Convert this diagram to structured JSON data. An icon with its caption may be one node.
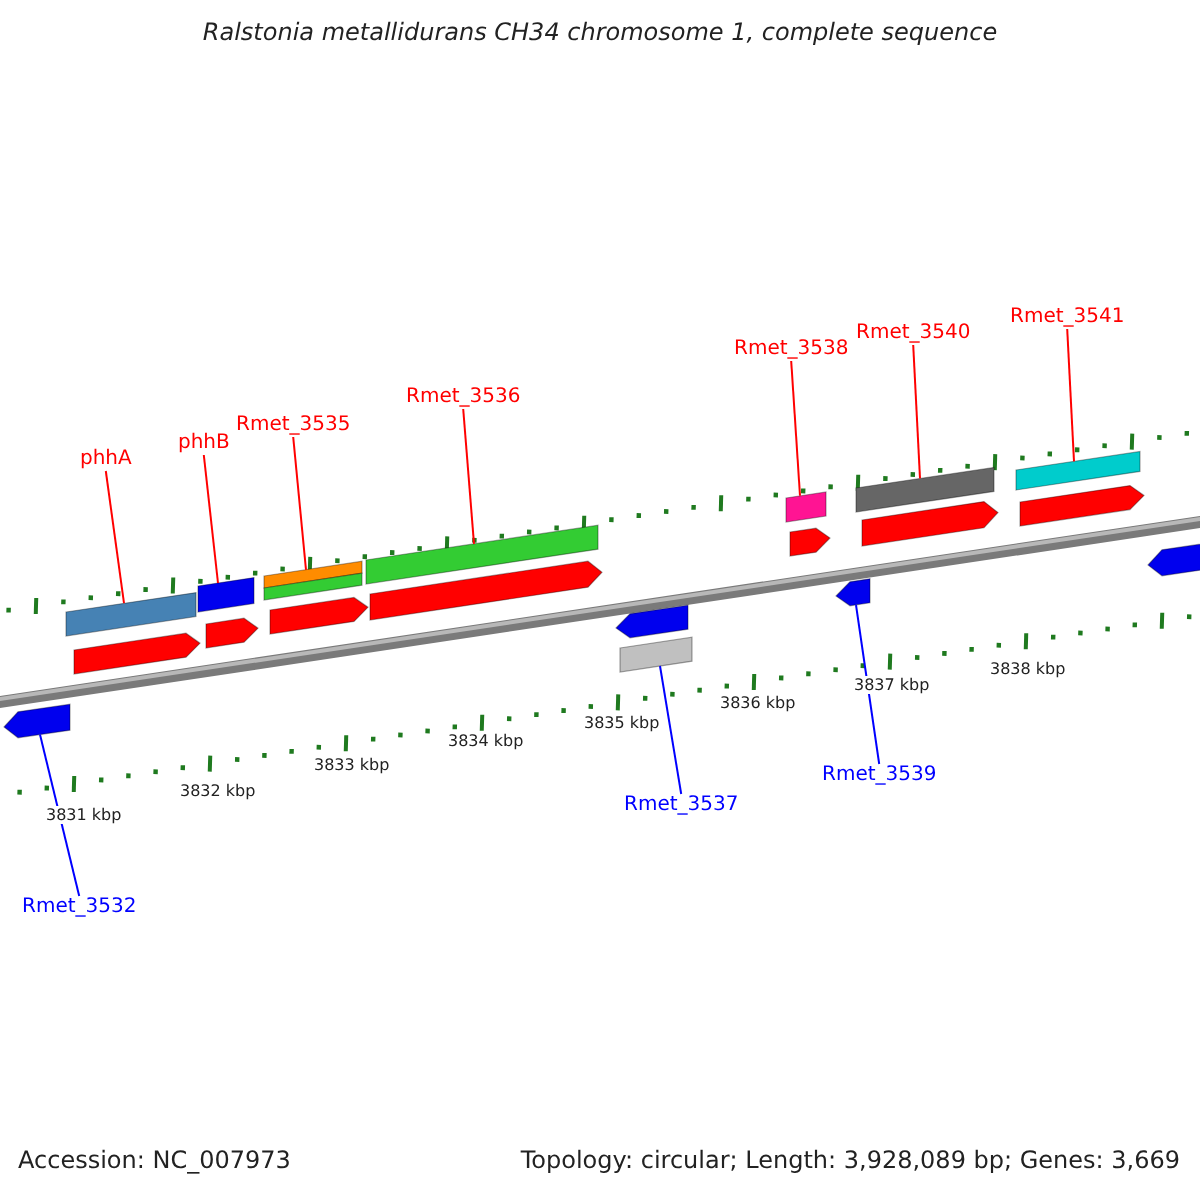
{
  "diagram": {
    "title": "Ralstonia metallidurans CH34 chromosome 1, complete sequence",
    "nodes": [
      {
        "text": [
          "phhA"
        ]
      },
      {
        "text": [],
        "shape": "bar"
      },
      {
        "text": [
          "phhB"
        ]
      },
      {
        "text": [],
        "shape": "bar"
      },
      {
        "text": [
          "Rmet_3535"
        ]
      },
      {
        "text": [],
        "shape": "bar"
      },
      {
        "text": [
          "Rmet_3536"
        ]
      },
      {
        "text": [],
        "shape": "bar"
      },
      {
        "text": [
          "Rmet_3538"
        ]
      },
      {
        "text": [],
        "shape": "bar"
      },
      {
        "text": [
          "Rmet_3540"
        ]
      },
      {
        "text": [],
        "shape": "bar"
      },
      {
        "text": [
          "Rmet_3541"
        ]
      },
      {
        "text": [],
        "shape": "bar"
      },
      {
        "text": [
          "Rmet_3532"
        ]
      },
      {
        "text": [],
        "shape": "arrow"
      },
      {
        "text": [
          "Rmet_3537"
        ]
      },
      {
        "text": [],
        "shape": "bar"
      },
      {
        "text": [
          "Rmet_3539"
        ]
      },
      {
        "text": [],
        "shape": "arrow"
      },
      {
        "text": [],
        "shape": "arrow"
      },
      {
        "text": [],
        "shape": "arrow"
      },
      {
        "text": [],
        "shape": "arrow"
      },
      {
        "text": [],
        "shape": "arrow"
      },
      {
        "text": [],
        "shape": "arrow"
      },
      {
        "text": [],
        "shape": "arrow"
      },
      {
        "text": [],
        "shape": "arrow"
      },
      {
        "text": [],
        "shape": "arrow"
      },
      {
        "text": [],
        "shape": "arrow"
      }
    ],
    "edges": [
      {
        "from": 0,
        "to": 1,
        "arrow": "none"
      },
      {
        "from": 2,
        "to": 3,
        "arrow": "none"
      },
      {
        "from": 4,
        "to": 5,
        "arrow": "none"
      },
      {
        "from": 6,
        "to": 7,
        "arrow": "none"
      },
      {
        "from": 8,
        "to": 9,
        "arrow": "none"
      },
      {
        "from": 10,
        "to": 11,
        "arrow": "none"
      },
      {
        "from": 12,
        "to": 13,
        "arrow": "none"
      },
      {
        "from": 14,
        "to": 15,
        "arrow": "none",
        "color": "#0000ff"
      },
      {
        "from": 16,
        "to": 17,
        "arrow": "none",
        "color": "#0000ff"
      },
      {
        "from": 18,
        "to": 19,
        "arrow": "none",
        "color": "#0000ff"
      }
    ],
    "labels": [
      "3831 kbp",
      "3832 kbp",
      "3833 kbp",
      "3834 kbp",
      "3835 kbp",
      "3836 kbp",
      "3837 kbp",
      "3838 kbp",
      "Accession: NC_007973",
      "Topology: circular; Length: 3,928,089 bp; Genes: 3,669"
    ]
  }
}
